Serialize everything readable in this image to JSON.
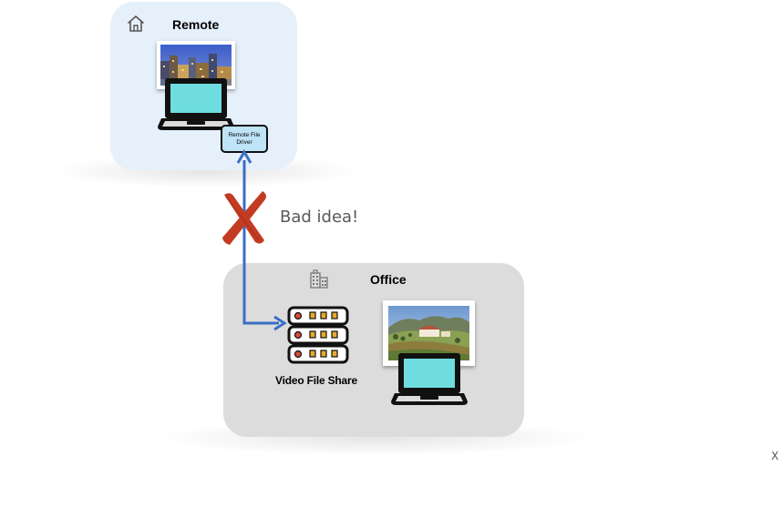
{
  "remote": {
    "title": "Remote",
    "icon": "home-icon",
    "driver_label": "Remote File Driver"
  },
  "office": {
    "title": "Office",
    "icon": "building-icon",
    "share_label": "Video File Share"
  },
  "connection": {
    "annotation": "Bad idea!",
    "status": "rejected",
    "line_color": "#3a6fc4",
    "cross_color": "#c23b22"
  },
  "footer": {
    "mark": "X"
  },
  "colors": {
    "remote_panel": "#e6f0fb",
    "office_panel": "#dcdcdd",
    "screen": "#6fdde0",
    "driver_box": "#bfe3f7"
  }
}
